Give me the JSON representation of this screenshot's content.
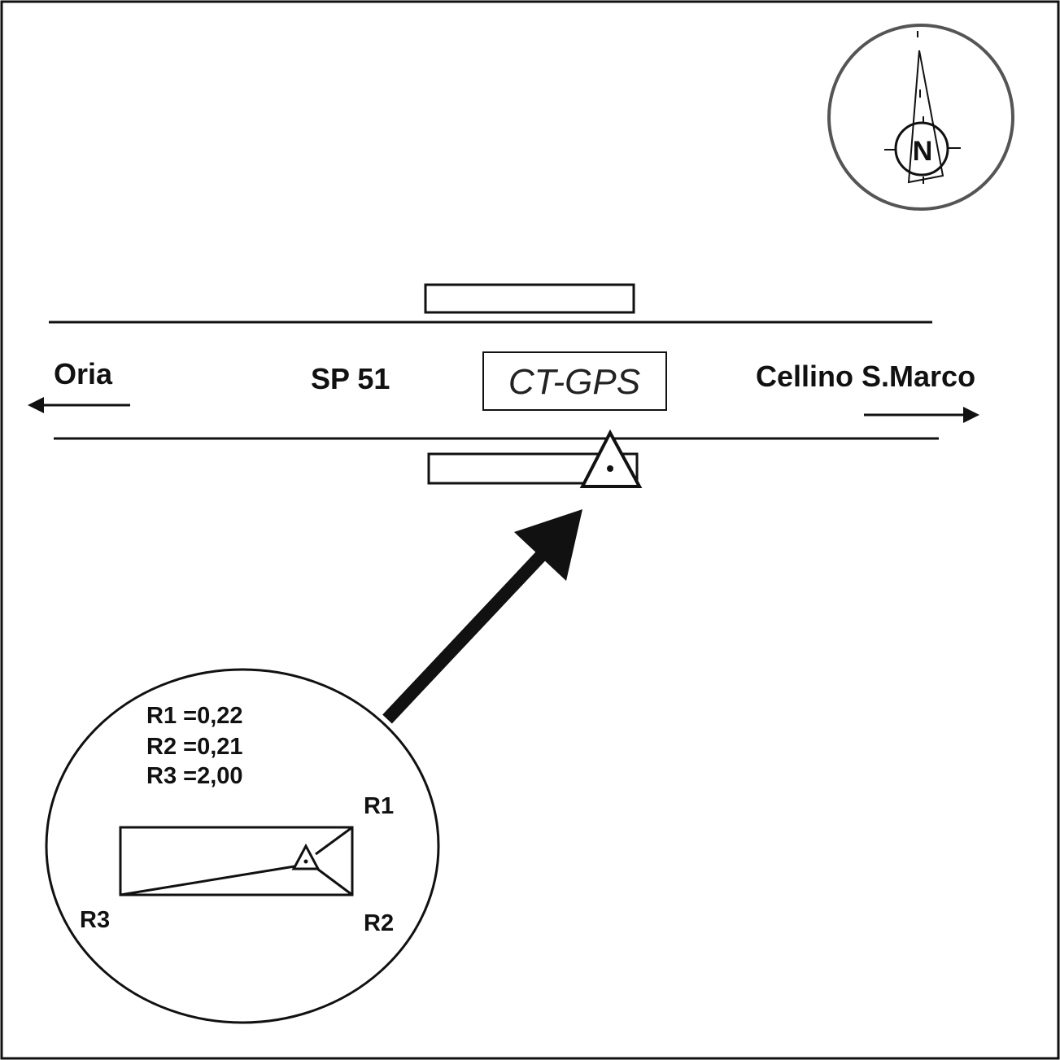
{
  "road": {
    "name": "SP 51",
    "left_destination": "Oria",
    "right_destination": "Cellino S.Marco"
  },
  "station": {
    "label": "CT-GPS"
  },
  "compass": {
    "north_label": "N"
  },
  "inset": {
    "measurements": [
      "R1 =0,22",
      "R2 =0,21",
      "R3 =2,00"
    ],
    "corner_labels": {
      "r1": "R1",
      "r2": "R2",
      "r3": "R3"
    }
  },
  "colors": {
    "ink": "#111111",
    "compass_ring": "#555555",
    "background": "#ffffff"
  }
}
